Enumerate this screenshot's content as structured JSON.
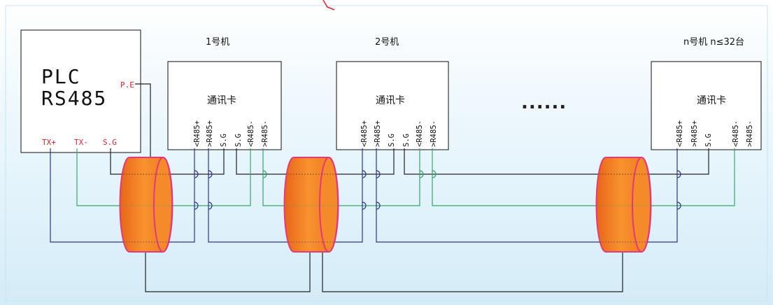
{
  "plc": {
    "line1": "PLC",
    "line2": "RS485",
    "pe": "P.E",
    "terminals": [
      "TX+",
      "TX-",
      "S.G"
    ]
  },
  "devices": [
    {
      "title": "1号机",
      "card": "通讯卡",
      "terminals": [
        "<R485+",
        ">R485+",
        "S.G",
        "S.G",
        "<R485-",
        ">R485-"
      ]
    },
    {
      "title": "2号机",
      "card": "通讯卡",
      "terminals": [
        "<R485+",
        ">R485+",
        "S.G",
        "S.G",
        "<R485-",
        ">R485-"
      ]
    },
    {
      "title": "n号机 n≤32台",
      "card": "通讯卡",
      "terminals": [
        "<R485+",
        ">R485+",
        "S.G",
        "<R485-",
        ">R485-"
      ]
    }
  ],
  "ellipsis": "......",
  "colors": {
    "background_top": "#ffffff",
    "background_bottom": "#d4ecf8",
    "line_blue": "#2b3690",
    "line_green": "#34a86a",
    "line_black": "#222222",
    "cable_fill": "#f47e22",
    "cable_edge": "#e23a7a",
    "label_red": "#e0202a"
  }
}
